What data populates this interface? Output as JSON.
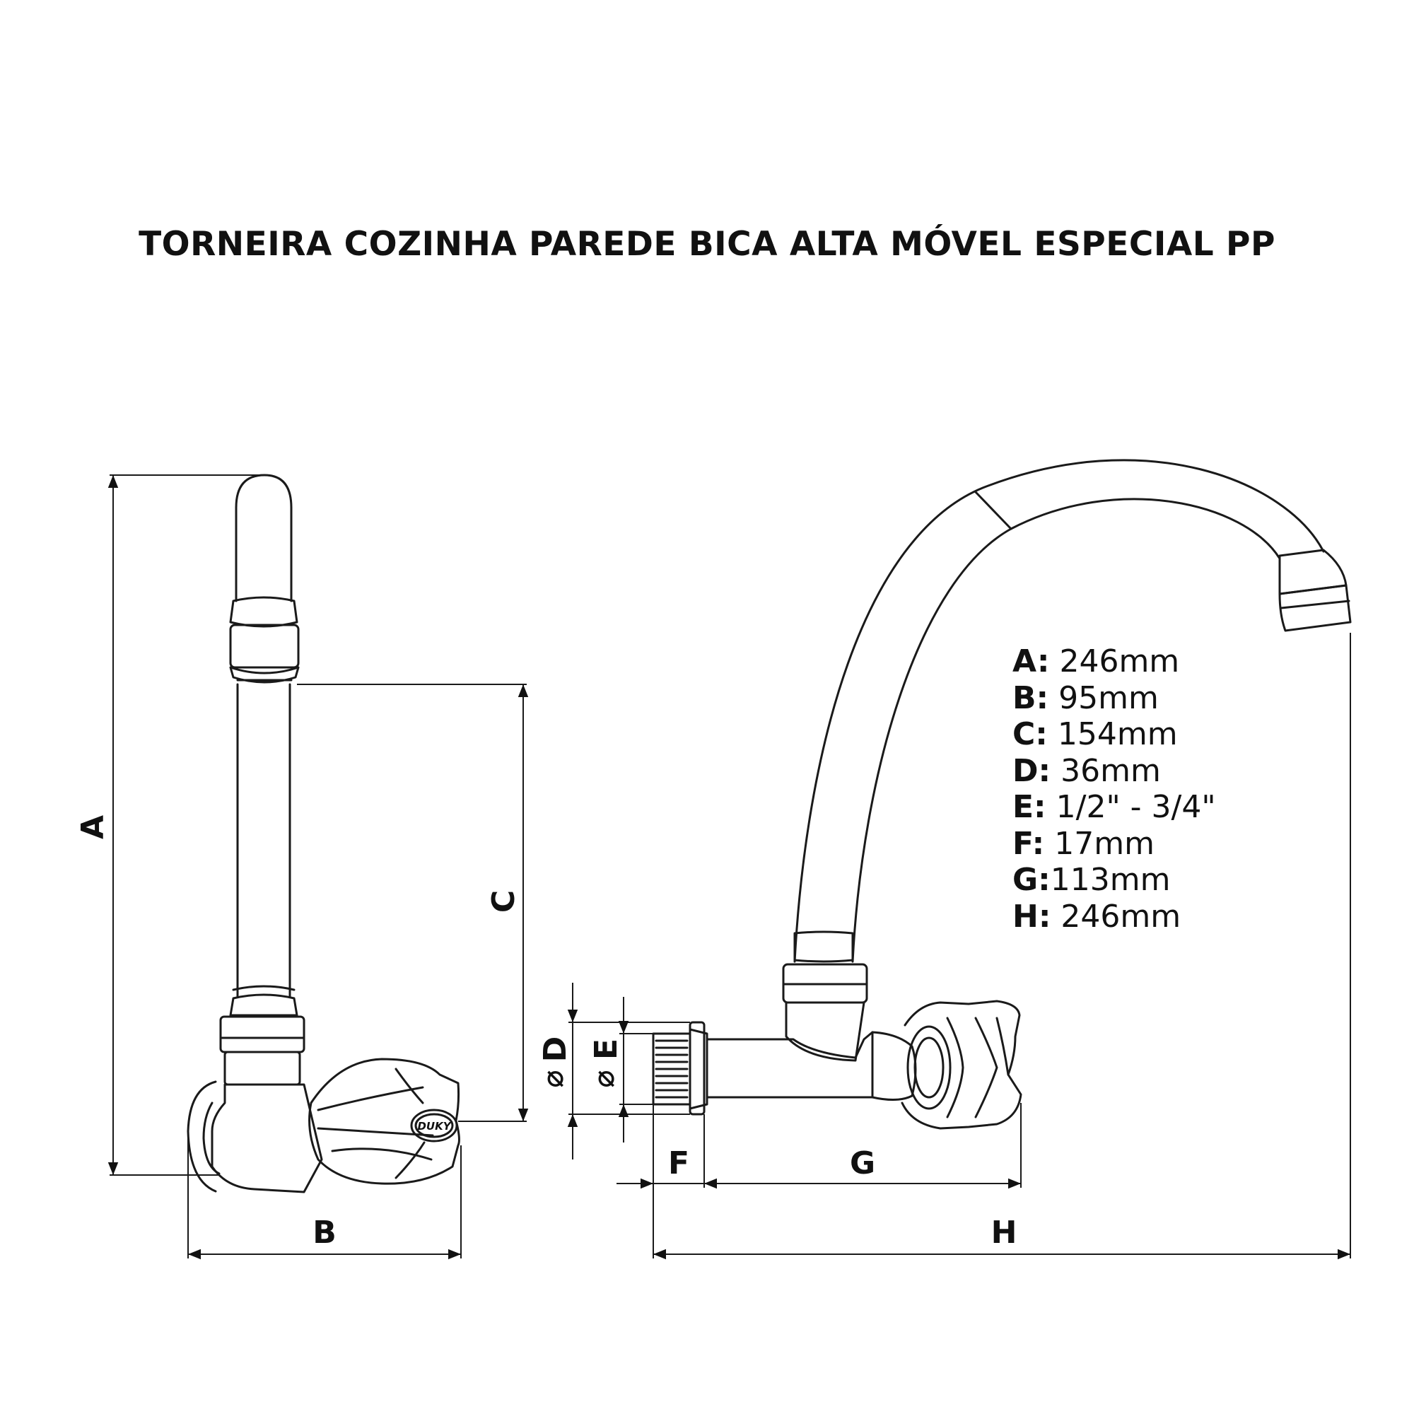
{
  "title": "TORNEIRA COZINHA PAREDE BICA ALTA MÓVEL ESPECIAL PP",
  "dimension_labels": {
    "A": "A",
    "B": "B",
    "C": "C",
    "D": "D",
    "E": "E",
    "F": "F",
    "G": "G",
    "H": "H",
    "diameter_symbol": "⌀"
  },
  "brand_mark": "DUKY",
  "specs": [
    {
      "key": "A:",
      "value": " 246mm"
    },
    {
      "key": "B:",
      "value": " 95mm"
    },
    {
      "key": "C:",
      "value": " 154mm"
    },
    {
      "key": "D:",
      "value": " 36mm"
    },
    {
      "key": "E:",
      "value": " 1/2\" - 3/4\""
    },
    {
      "key": "F:",
      "value": " 17mm"
    },
    {
      "key": "G:",
      "value": "113mm"
    },
    {
      "key": "H:",
      "value": " 246mm"
    }
  ],
  "colors": {
    "line": "#1a1a1a",
    "background": "#ffffff"
  }
}
